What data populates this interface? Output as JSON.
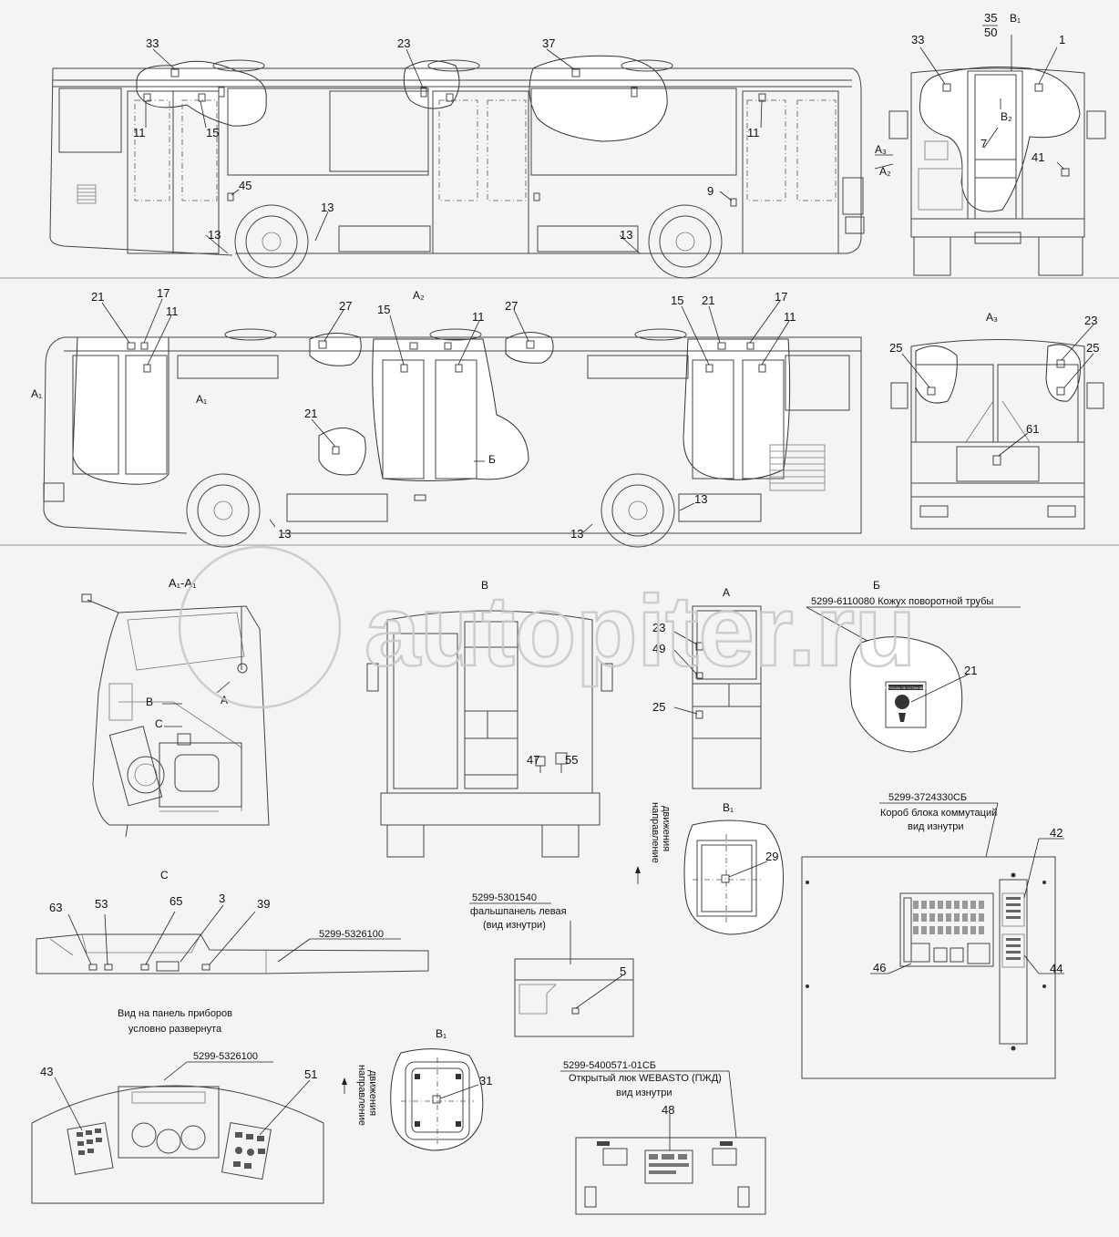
{
  "drawing": {
    "view_labels": {
      "a2": "A₂",
      "a3": "A₃",
      "b1_top": "B₁",
      "b2": "B₂",
      "a1": "A₁",
      "b_arrow": "Б",
      "section_a1": "A₁-A₁",
      "view_v": "B",
      "view_a": "A",
      "view_b": "Б",
      "view_b1": "B₁",
      "view_c": "C",
      "view_b1_lower": "B₁",
      "arrow_b": "B",
      "arrow_c": "C",
      "arrow_a": "A"
    },
    "callouts": {
      "c33a": "33",
      "c23a": "23",
      "c37": "37",
      "c35": "35",
      "c50": "50",
      "c33b": "33",
      "c1": "1",
      "c11a": "11",
      "c15a": "15",
      "c11b": "11",
      "c45": "45",
      "c9": "9",
      "c13a": "13",
      "c13b": "13",
      "c13c": "13",
      "c7": "7",
      "c41": "41",
      "c21a": "21",
      "c17a": "17",
      "c11c": "11",
      "c27a": "27",
      "c15b": "15",
      "c11d": "11",
      "c27b": "27",
      "c15c": "15",
      "c21b": "21",
      "c17b": "17",
      "c11e": "11",
      "c21c": "21",
      "c13d": "13",
      "c13e": "13",
      "c13f": "13",
      "c23b": "23",
      "c25a": "25",
      "c25b": "25",
      "c61": "61",
      "c23c": "23",
      "c49": "49",
      "c25c": "25",
      "c47": "47",
      "c55": "55",
      "c21d": "21",
      "c29": "29",
      "c63": "63",
      "c53": "53",
      "c65": "65",
      "c3": "3",
      "c39": "39",
      "c5": "5",
      "c42": "42",
      "c46": "46",
      "c44": "44",
      "c43": "43",
      "c51": "51",
      "c31": "31",
      "c48": "48"
    },
    "captions": {
      "kozhukh": "5299-6110080 Кожух поворотной трубы",
      "panel_part": "5299-5326100",
      "fals_1": "5299-5301540",
      "fals_2": "фальшпанель левая",
      "fals_3": "(вид изнутри)",
      "korob_1": "5299-3724330СБ",
      "korob_2": "Короб блока коммутаций",
      "korob_3": "вид изнутри",
      "panel_note_1": "Вид на панель приборов",
      "panel_note_2": "условно развернута",
      "panel_part_2": "5299-5326100",
      "luk_1": "5299-5400571-01СБ",
      "luk_2": "Открытый люк WEBASTO (ПЖД)",
      "luk_3": "вид изнутри",
      "dir_1": "направление",
      "dir_2": "движения",
      "dir_3": "направление",
      "dir_4": "движения",
      "ostanovka": "ПРОСЬБА ОБ ОСТАНОВКЕ"
    },
    "watermark": "autopiter.ru"
  }
}
